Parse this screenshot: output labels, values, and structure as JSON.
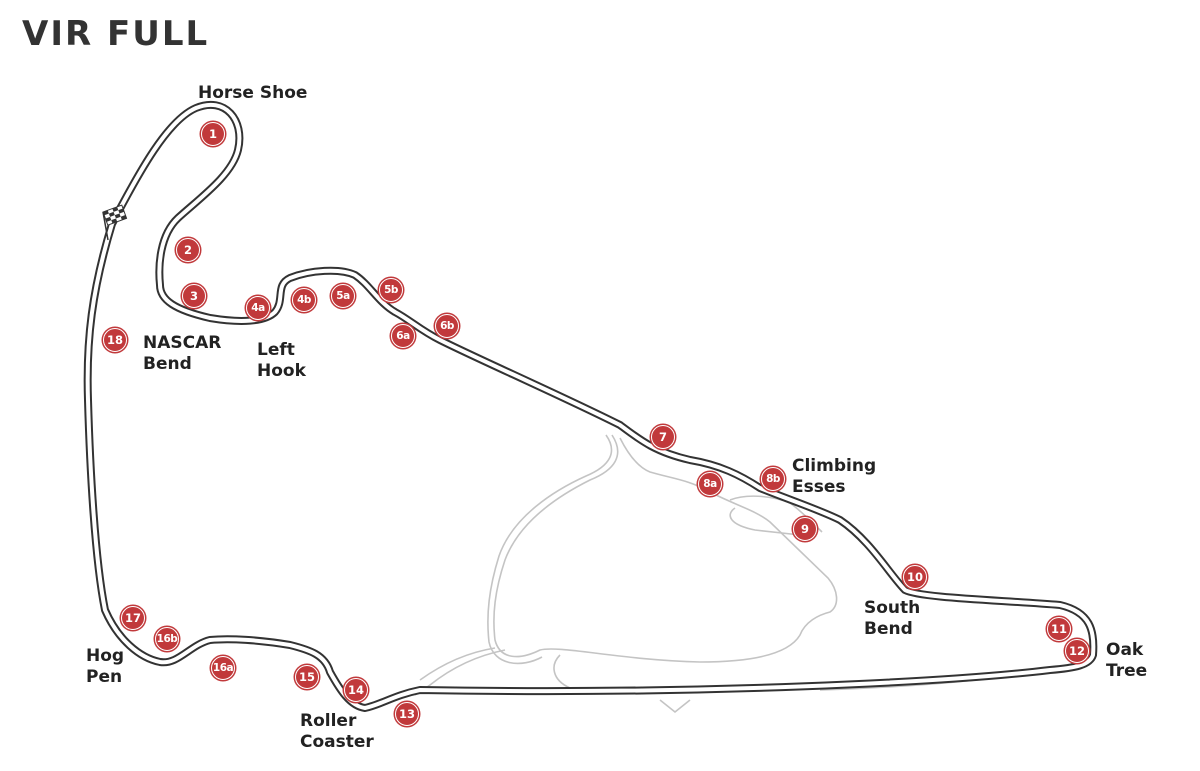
{
  "title": "VIR FULL",
  "colors": {
    "track": "#333333",
    "turn_marker": "#c1393b",
    "service_road": "#bbbbbb"
  },
  "icons": {
    "start_finish": "checkered-flag-icon"
  },
  "corners": [
    {
      "name_line1": "Horse Shoe",
      "name_line2": ""
    },
    {
      "name_line1": "NASCAR",
      "name_line2": "Bend"
    },
    {
      "name_line1": "Left",
      "name_line2": "Hook"
    },
    {
      "name_line1": "Climbing",
      "name_line2": "Esses"
    },
    {
      "name_line1": "South",
      "name_line2": "Bend"
    },
    {
      "name_line1": "Oak",
      "name_line2": "Tree"
    },
    {
      "name_line1": "Hog",
      "name_line2": "Pen"
    },
    {
      "name_line1": "Roller",
      "name_line2": "Coaster"
    }
  ],
  "turns": [
    "1",
    "2",
    "3",
    "4a",
    "4b",
    "5a",
    "5b",
    "6a",
    "6b",
    "7",
    "8a",
    "8b",
    "9",
    "10",
    "11",
    "12",
    "13",
    "14",
    "15",
    "16a",
    "16b",
    "17",
    "18"
  ]
}
